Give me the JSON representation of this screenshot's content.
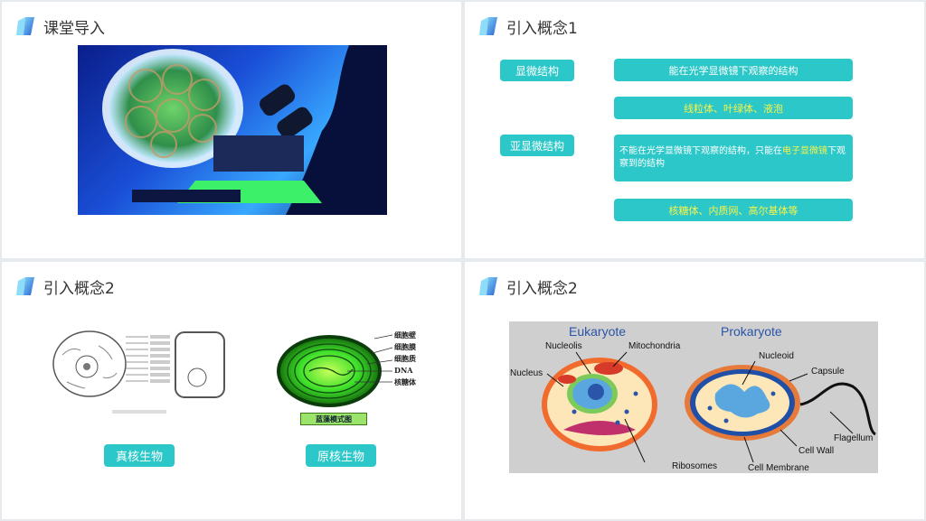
{
  "slides": {
    "s1": {
      "title": "课堂导入"
    },
    "s2": {
      "title": "引入概念1",
      "micro_label": "显微结构",
      "micro_desc": "能在光学显微镜下观察的结构",
      "micro_examples": "线粒体、叶绿体、液泡",
      "submicro_label": "亚显微结构",
      "submicro_desc_prefix": "不能在光学显微镜下观察的结构，只能在",
      "submicro_desc_highlight": "电子显微镜",
      "submicro_desc_suffix": "下观察到的结构",
      "submicro_examples": "核糖体、内质网、高尔基体等"
    },
    "s3": {
      "title": "引入概念2",
      "euk_button": "真核生物",
      "pro_button": "原核生物",
      "cyano_caption": "蓝藻模式图",
      "cyano_labels": [
        "细胞壁",
        "细胞膜",
        "细胞质",
        "DNA",
        "核糖体"
      ]
    },
    "s4": {
      "title": "引入概念2",
      "euk_title": "Eukaryote",
      "pro_title": "Prokaryote",
      "labels": {
        "nucleolis": "Nucleolis",
        "mitochondria": "Mitochondria",
        "nucleus": "Nucleus",
        "ribosomes": "Ribosomes",
        "nucleoid": "Nucleoid",
        "capsule": "Capsule",
        "flagellum": "Flagellum",
        "cell_wall": "Cell Wall",
        "cell_membrane": "Cell Membrane"
      }
    }
  },
  "colors": {
    "accent": "#2cc7c8",
    "highlight": "#f7f34a",
    "logo_dark": "#2a6fd6",
    "logo_light": "#6ec9f5"
  }
}
